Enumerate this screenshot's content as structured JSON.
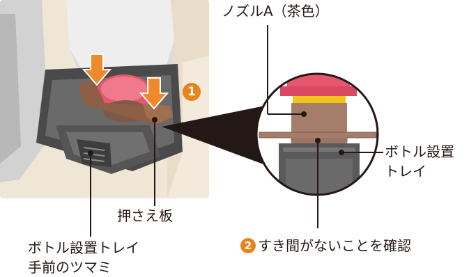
{
  "labels": {
    "nozzle": "ノズルA（茶色）",
    "pressure_plate": "押さえ板",
    "bottle_tray": [
      "ボトル設置",
      "トレイ"
    ],
    "tray_knob": [
      "ボトル設置トレイ",
      "手前のツマミ"
    ],
    "gap_check": "すき間がないことを確認"
  },
  "steps": {
    "step1": "1",
    "step2": "2"
  },
  "colors": {
    "nozzle_brown": "#a47e6a",
    "cap_pink": "#e8566e",
    "ring_yellow": "#f2c518",
    "tray_gray": "#5a5a5a",
    "press_arrow_orange": "#ee8a2a",
    "step_badge": "#e8841c",
    "cabinet_beige": "#f3e8da"
  },
  "icons": [
    "down-arrow-icon",
    "down-arrow-icon"
  ]
}
